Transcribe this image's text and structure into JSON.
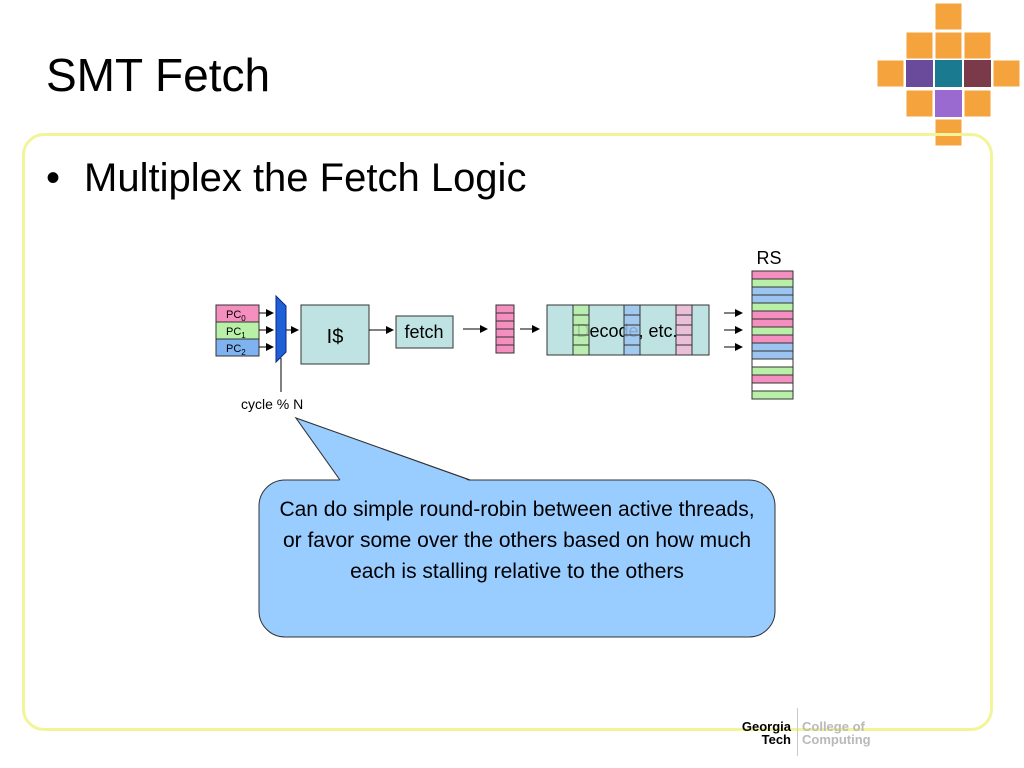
{
  "slide": {
    "title": "SMT Fetch",
    "bullet": "Multiplex the Fetch Logic"
  },
  "diagram": {
    "pc_labels": [
      {
        "base": "PC",
        "sub": "0",
        "color": "#f48fc0"
      },
      {
        "base": "PC",
        "sub": "1",
        "color": "#b8f0a8"
      },
      {
        "base": "PC",
        "sub": "2",
        "color": "#7fb2f0"
      }
    ],
    "mux_select_label": "cycle % N",
    "icache_label": "I$",
    "fetch_label": "fetch",
    "decode_label": "Decode, etc.",
    "rs_label": "RS",
    "callout_text": "Can do simple round-robin between active threads, or favor some over the others based on how much each is stalling relative to the others"
  },
  "colors": {
    "thread0": "#f48fc0",
    "thread1": "#b8f0a8",
    "thread2": "#9cc4f0",
    "mux": "#1f5fd8",
    "block_fill": "#bfe3e3",
    "callout_fill": "#99ccff",
    "frame_border": "#f3f39a",
    "logo_orange": "#f5a33c"
  },
  "footer": {
    "logo_left_line1": "Georgia",
    "logo_left_line2": "Tech",
    "logo_right_line1": "College of",
    "logo_right_line2": "Computing"
  }
}
